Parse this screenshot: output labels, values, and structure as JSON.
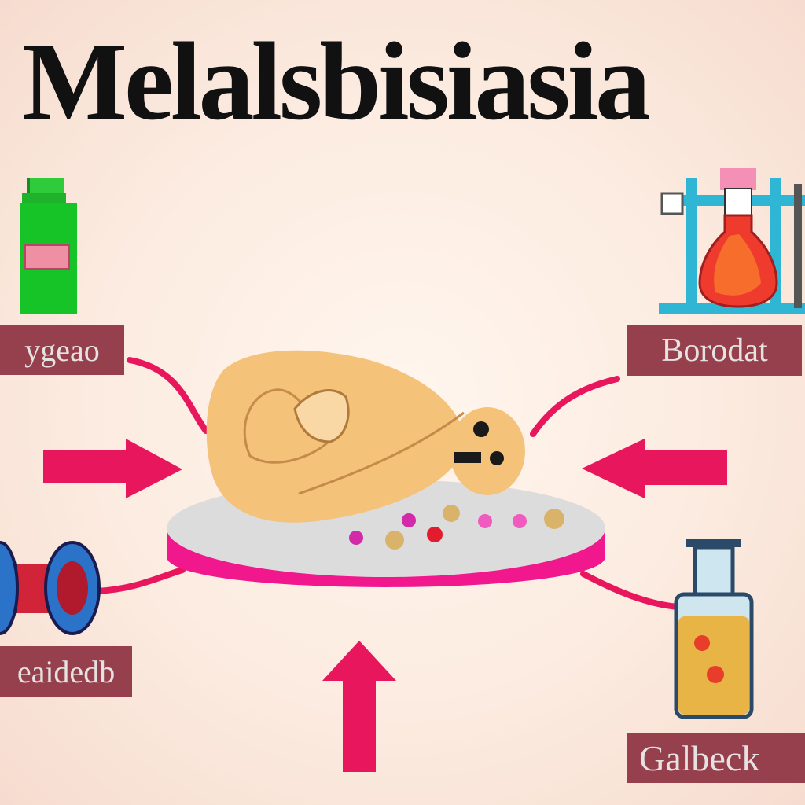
{
  "title": "Melalsbisiasia",
  "labels": {
    "top_left": "ygeao",
    "top_right": "Borodat",
    "bottom_left": "eaidedb",
    "bottom_right": "Galbeck"
  },
  "colors": {
    "background": "#fcebe0",
    "label_bg": "#95404c",
    "label_text": "#e6e2e2",
    "arrow": "#e8175d",
    "connector": "#e8175d",
    "platform_rim": "#f0188c",
    "platform_top": "#dcdcdc",
    "organ": "#f5c27a"
  },
  "icons": {
    "top_left": "green-bottle-icon",
    "top_right": "flask-on-stand-icon",
    "bottom_left": "dumbbell-icon",
    "bottom_right": "liquid-bottle-icon",
    "center": "liver-organ-icon"
  }
}
